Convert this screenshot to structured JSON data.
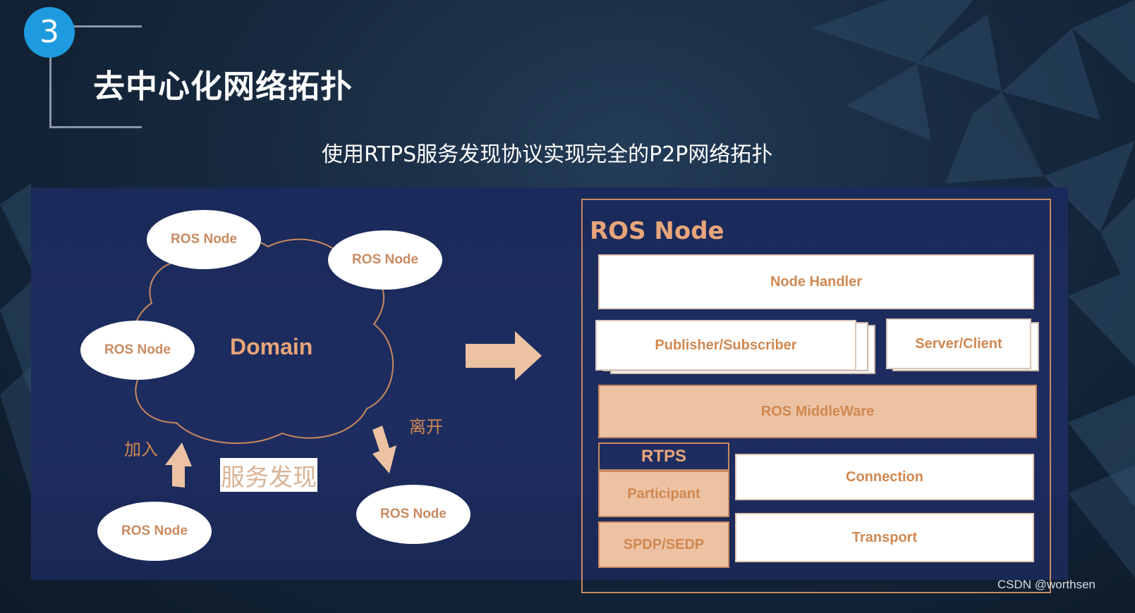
{
  "header": {
    "step_number": "3",
    "title": "去中心化网络拓扑",
    "subtitle": "使用RTPS服务发现协议实现完全的P2P网络拓扑"
  },
  "domain_diagram": {
    "domain_label": "Domain",
    "nodes": [
      "ROS Node",
      "ROS Node",
      "ROS Node",
      "ROS Node",
      "ROS Node"
    ],
    "join_label": "加入",
    "leave_label": "离开",
    "discovery_label": "服务发现"
  },
  "architecture": {
    "title": "ROS Node",
    "node_handler": "Node Handler",
    "publisher_subscriber": "Publisher/Subscriber",
    "server_client": "Server/Client",
    "middleware": "ROS MiddleWare",
    "rtps": "RTPS",
    "participant": "Participant",
    "spdp_sedp": "SPDP/SEDP",
    "connection": "Connection",
    "transport": "Transport"
  },
  "colors": {
    "accent": "#e8a57a",
    "label_text": "#d08850",
    "peach_fill": "#ecc2a3",
    "step_circle": "#1e9be0",
    "panel": "#1e2d60"
  },
  "watermark": "CSDN @worthsen"
}
